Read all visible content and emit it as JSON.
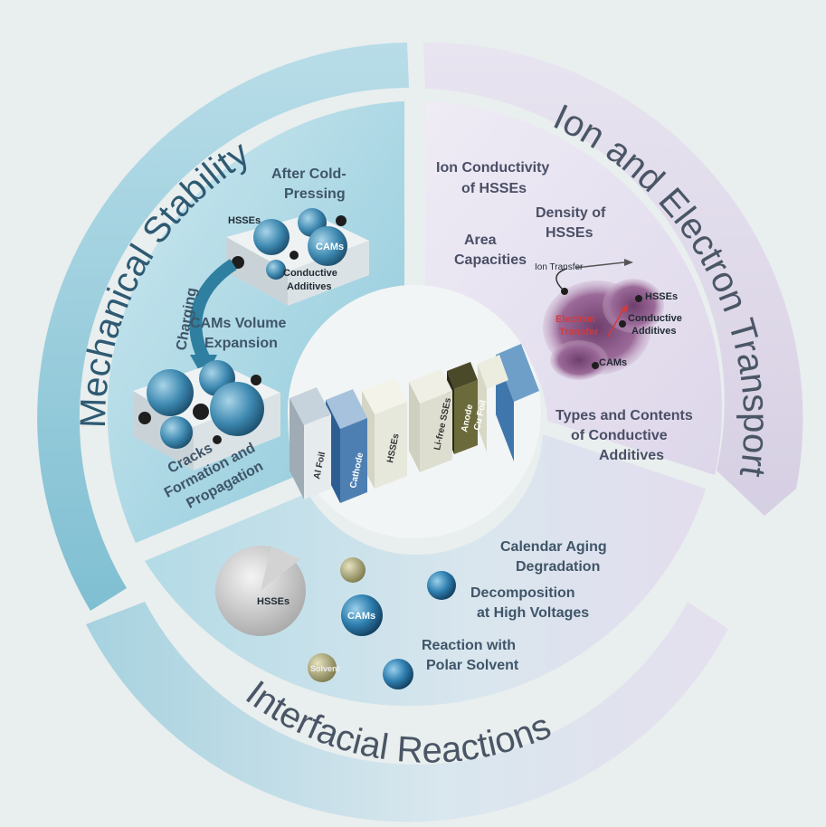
{
  "rings": {
    "mechanical": "Mechanical Stability",
    "transport": "Ion and Electron Transport",
    "interfacial": "Interfacial Reactions"
  },
  "mechanical": {
    "after_cold": [
      "After Cold-",
      "Pressing"
    ],
    "hsse": "HSSEs",
    "cams": "CAMs",
    "conductive": [
      "Conductive",
      "Additives"
    ],
    "charging": "Charging",
    "expansion": [
      "CAMs Volume",
      "Expansion"
    ],
    "cracks": [
      "Cracks",
      "Formation and",
      "Propagation"
    ]
  },
  "transport": {
    "ion_conductivity": [
      "Ion Conductivity",
      "of HSSEs"
    ],
    "density": [
      "Density of",
      "HSSEs"
    ],
    "area": [
      "Area",
      "Capacities"
    ],
    "ion_transfer": "Ion Transfer",
    "hsse": "HSSEs",
    "conductive": [
      "Conductive",
      "Additives"
    ],
    "cams": "CAMs",
    "electron": [
      "Electron",
      "Transfer"
    ],
    "types": [
      "Types and Contents",
      "of Conductive",
      "Additives"
    ]
  },
  "interfacial": {
    "calendar": [
      "Calendar Aging",
      "Degradation"
    ],
    "decomposition": [
      "Decomposition",
      "at High Voltages"
    ],
    "reaction": [
      "Reaction with",
      "Polar Solvent"
    ],
    "hsse": "HSSEs",
    "cams": "CAMs",
    "solvent": "Solvent"
  },
  "stack": [
    "Al Foil",
    "Cathode",
    "HSSEs",
    "Li-free SSEs",
    "Anode",
    "Cu Foil"
  ]
}
